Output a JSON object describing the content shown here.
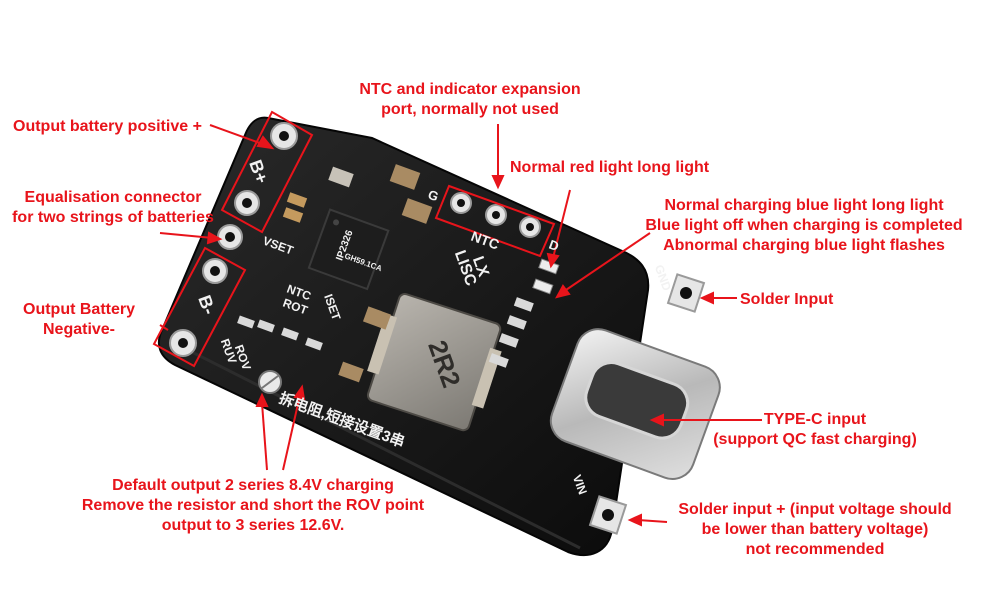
{
  "labels": {
    "output_positive": "Output battery positive +",
    "equalisation": [
      "Equalisation connector",
      "for two strings of batteries"
    ],
    "output_negative": [
      "Output Battery",
      "Negative-"
    ],
    "ntc_port": [
      "NTC and indicator expansion",
      "port, normally not used"
    ],
    "red_light": "Normal red light long light",
    "blue_light": [
      "Normal charging blue light long light",
      "Blue light off when charging is completed",
      "Abnormal charging blue light flashes"
    ],
    "solder_input": "Solder Input",
    "typec": [
      "TYPE-C input",
      "(support QC fast charging)"
    ],
    "solder_input_plus": [
      "Solder input + (input voltage should",
      "be lower than battery voltage)",
      "not recommended"
    ],
    "default_output": [
      "Default output 2 series 8.4V charging",
      "Remove the resistor and short the ROV point",
      "output to 3 series 12.6V."
    ]
  },
  "silkscreen": {
    "b_plus": "B+",
    "b_minus": "B-",
    "vset": "VSET",
    "ntc": "NTC",
    "rot": "ROT",
    "iset": "ISET",
    "ntc_port": "NTC",
    "lx": "LX",
    "lisc": "LISC",
    "g": "G",
    "d": "D",
    "gnd": "GND",
    "vin": "VIN",
    "ruv": "RUV",
    "rov": "ROV",
    "chip": [
      "IP2326",
      "GH59.1CA"
    ],
    "inductor": "2R2",
    "chinese": "拆电阻,短接设置3串"
  },
  "colors": {
    "accent": "#e8141b",
    "board": "#141414",
    "pad": "#e6e6e6",
    "silk": "#f2f2f2"
  }
}
